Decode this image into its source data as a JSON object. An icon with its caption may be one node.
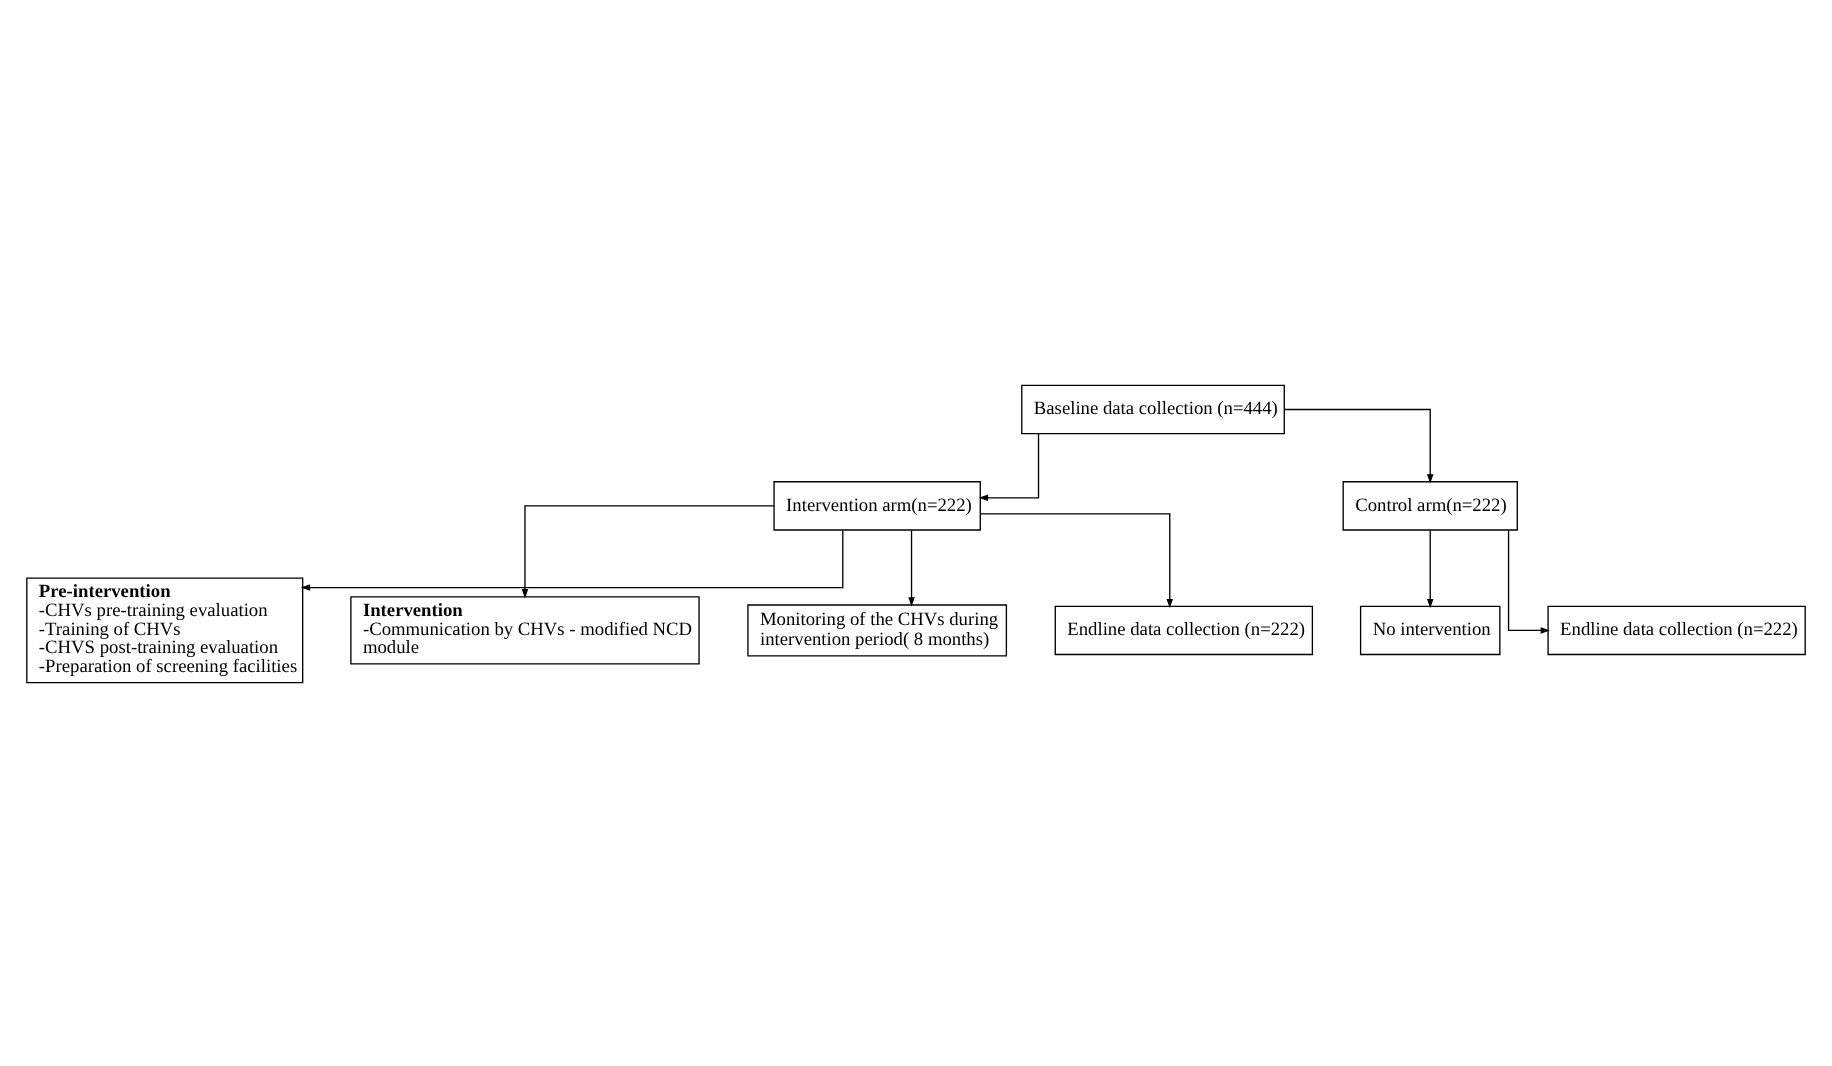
{
  "diagram": {
    "nodes": [
      {
        "text": [
          "Baseline data collection (n=444)"
        ]
      },
      {
        "text": [
          "Intervention arm(n=222)"
        ]
      },
      {
        "text": [
          "Control arm(n=222)"
        ]
      },
      {
        "text": [
          "Pre-intervention",
          "-CHVs pre-training evaluation",
          "-Training of CHVs",
          "-CHVS post-training evaluation",
          "-Preparation of screening facilities"
        ]
      },
      {
        "text": [
          "Intervention",
          "-Communication by CHVs - modified NCD module"
        ]
      },
      {
        "text": [
          "Monitoring of the CHVs during intervention period( 8 months)"
        ]
      },
      {
        "text": [
          "Endline data collection (n=222)"
        ]
      },
      {
        "text": [
          "No intervention"
        ]
      },
      {
        "text": [
          "Endline data collection (n=222)"
        ]
      }
    ],
    "edges": [
      {
        "from": 0,
        "to": 1,
        "arrow": "to"
      },
      {
        "from": 0,
        "to": 2,
        "arrow": "to"
      },
      {
        "from": 1,
        "to": 3,
        "arrow": "to"
      },
      {
        "from": 1,
        "to": 4,
        "arrow": "to"
      },
      {
        "from": 1,
        "to": 5,
        "arrow": "to"
      },
      {
        "from": 1,
        "to": 6,
        "arrow": "to"
      },
      {
        "from": 2,
        "to": 7,
        "arrow": "to"
      },
      {
        "from": 2,
        "to": 8,
        "arrow": "to"
      }
    ]
  }
}
